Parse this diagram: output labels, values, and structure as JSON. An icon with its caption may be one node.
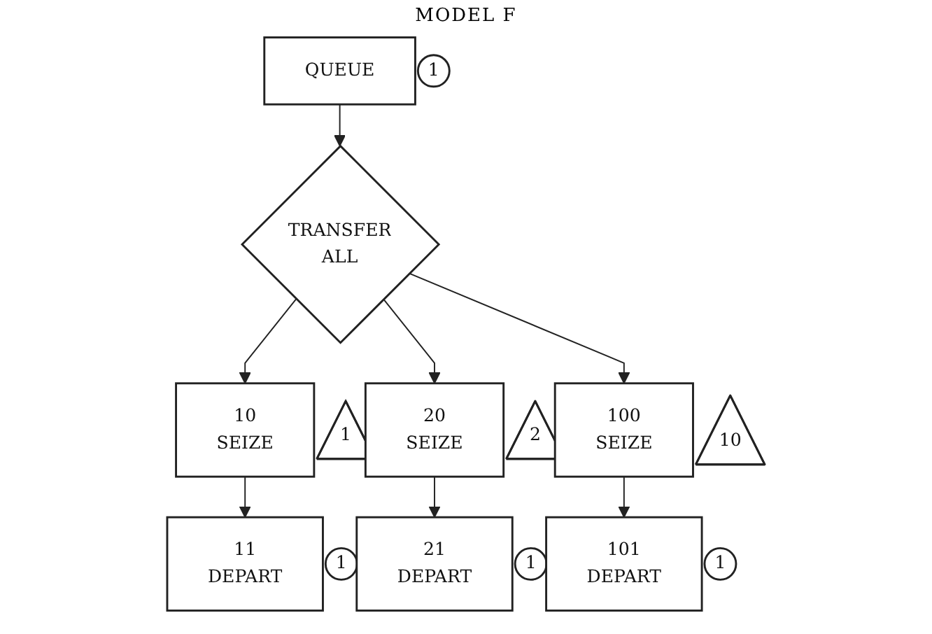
{
  "diagram": {
    "title": "MODEL F",
    "nodes": [
      {
        "text": [
          "QUEUE"
        ]
      },
      {
        "text": [
          "1"
        ]
      },
      {
        "text": [
          "TRANSFER",
          "ALL"
        ]
      },
      {
        "text": [
          "10",
          "SEIZE"
        ]
      },
      {
        "text": [
          "1"
        ]
      },
      {
        "text": [
          "20",
          "SEIZE"
        ]
      },
      {
        "text": [
          "2"
        ]
      },
      {
        "text": [
          "100",
          "SEIZE"
        ]
      },
      {
        "text": [
          "10"
        ]
      },
      {
        "text": [
          "11",
          "DEPART"
        ]
      },
      {
        "text": [
          "1"
        ]
      },
      {
        "text": [
          "21",
          "DEPART"
        ]
      },
      {
        "text": [
          "1"
        ]
      },
      {
        "text": [
          "101",
          "DEPART"
        ]
      },
      {
        "text": [
          "1"
        ]
      }
    ],
    "edges": [
      {
        "from": 0,
        "to": 2,
        "arrow": "to"
      },
      {
        "from": 2,
        "to": 3,
        "arrow": "to"
      },
      {
        "from": 2,
        "to": 5,
        "arrow": "to"
      },
      {
        "from": 2,
        "to": 7,
        "arrow": "to"
      },
      {
        "from": 3,
        "to": 9,
        "arrow": "to"
      },
      {
        "from": 5,
        "to": 11,
        "arrow": "to"
      },
      {
        "from": 7,
        "to": 13,
        "arrow": "to"
      }
    ]
  }
}
